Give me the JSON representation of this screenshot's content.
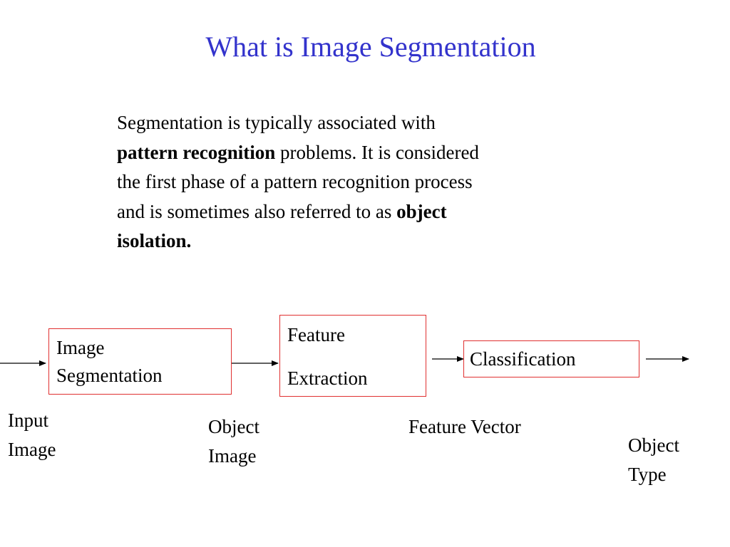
{
  "slide": {
    "title": "What is Image Segmentation",
    "title_color": "#3333cc",
    "paragraph": {
      "line1": "Segmentation is typically associated with",
      "bold1": "pattern recognition",
      "line2_rest": " problems. It is considered",
      "line3": "the first phase of a pattern recognition process",
      "line4_start": "and is sometimes also referred to as ",
      "bold2_a": "object",
      "bold2_b": "isolation."
    }
  },
  "diagram": {
    "box_border_color": "#e03030",
    "boxes": {
      "segmentation": {
        "line1": "Image",
        "line2": "Segmentation"
      },
      "feature": {
        "line1": "Feature",
        "line2": "Extraction"
      },
      "classification": {
        "line1": "Classification"
      }
    },
    "labels": {
      "input": {
        "line1": "Input",
        "line2": "Image"
      },
      "object_image": {
        "line1": "Object",
        "line2": "Image"
      },
      "feature_vector": {
        "line1": "Feature Vector"
      },
      "object_type": {
        "line1": "Object",
        "line2": "Type"
      }
    }
  }
}
